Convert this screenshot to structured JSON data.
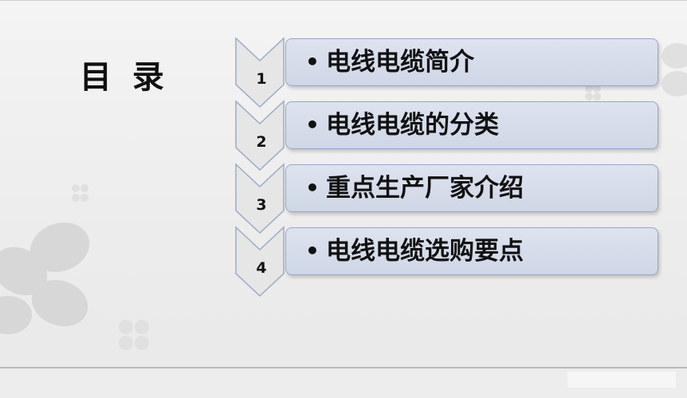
{
  "title": "目 录",
  "items": [
    {
      "number": "1",
      "bullet": "•",
      "label": "电线电缆简介"
    },
    {
      "number": "2",
      "bullet": "•",
      "label": "电线电缆的分类"
    },
    {
      "number": "3",
      "bullet": "•",
      "label": "重点生产厂家介绍"
    },
    {
      "number": "4",
      "bullet": "•",
      "label": "电线电缆选购要点"
    }
  ],
  "colors": {
    "box_fill": "#d4dbe8",
    "box_border": "#97a7c4",
    "chevron": "#e6e6e6",
    "text": "#111111"
  }
}
